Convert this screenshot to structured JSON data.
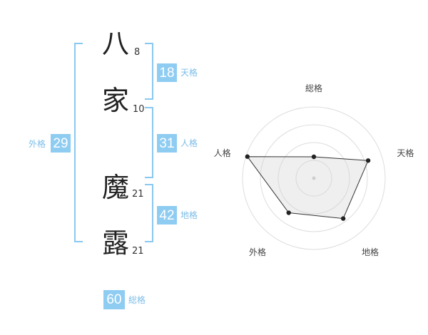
{
  "name": {
    "chars": [
      {
        "char": "八",
        "strokes": "8"
      },
      {
        "char": "家",
        "strokes": "10"
      },
      {
        "char": "魔",
        "strokes": "21"
      },
      {
        "char": "露",
        "strokes": "21"
      }
    ]
  },
  "scores": {
    "tenkaku": {
      "value": "18",
      "label": "天格"
    },
    "jinkaku": {
      "value": "31",
      "label": "人格"
    },
    "chikaku": {
      "value": "42",
      "label": "地格"
    },
    "gaikaku": {
      "value": "29",
      "label": "外格"
    },
    "soukaku": {
      "value": "60",
      "label": "総格"
    }
  },
  "colors": {
    "accent": "#8fccf2",
    "bracket": "#8ac8f0",
    "label": "#7cbde8"
  },
  "chart_data": {
    "type": "radar",
    "axes": [
      "総格",
      "天格",
      "地格",
      "外格",
      "人格"
    ],
    "levels": 4,
    "values": [
      0.3,
      0.8,
      0.7,
      0.6,
      0.98
    ],
    "range": [
      0,
      1
    ]
  }
}
